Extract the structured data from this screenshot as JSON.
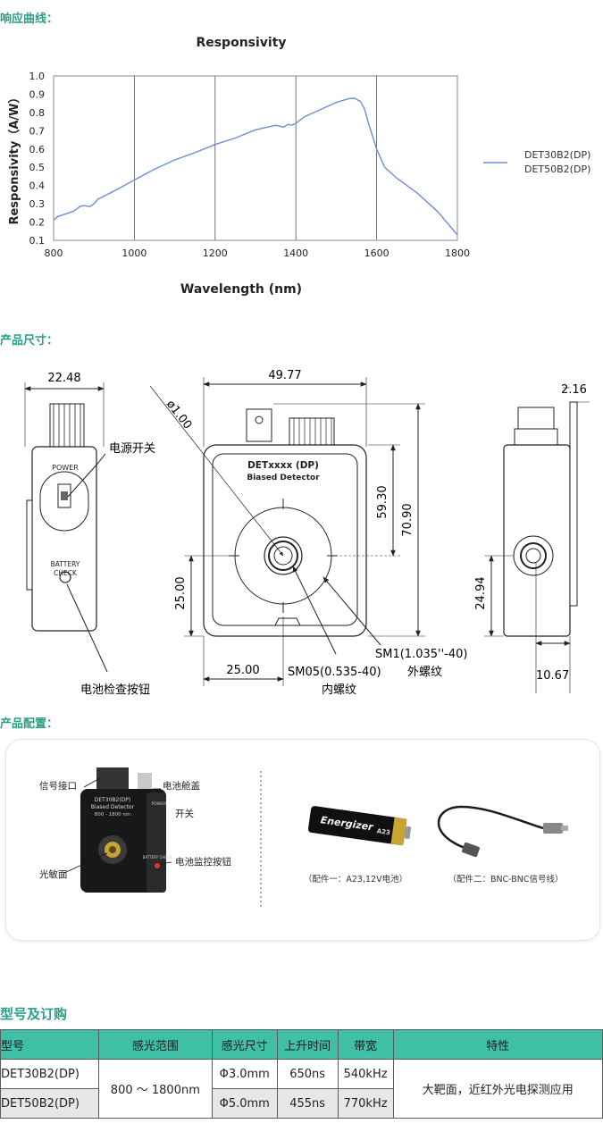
{
  "sections": {
    "response_curve": "响应曲线：",
    "dimensions": "产品尺寸：",
    "configuration": "产品配置：",
    "ordering": "型号及订购"
  },
  "chart_data": {
    "type": "line",
    "title": "Responsivity",
    "xlabel": "Wavelength (nm)",
    "ylabel": "Responsivity（A/W）",
    "xlim": [
      800,
      1800
    ],
    "ylim": [
      0.1,
      1.0
    ],
    "x_ticks": [
      "800",
      "1000",
      "1200",
      "1400",
      "1600",
      "1800"
    ],
    "y_ticks": [
      "0.1",
      "0.2",
      "0.3",
      "0.4",
      "0.5",
      "0.6",
      "0.7",
      "0.8",
      "0.9",
      "1.0"
    ],
    "grid": true,
    "legend_position": "right",
    "legend": [
      "DET30B2(DP)",
      "DET50B2(DP)"
    ],
    "series_color": "#6c8fd0",
    "series": [
      {
        "x": [
          800,
          810,
          830,
          850,
          865,
          875,
          890,
          900,
          910,
          950,
          1000,
          1050,
          1100,
          1150,
          1200,
          1250,
          1300,
          1330,
          1350,
          1370,
          1380,
          1390,
          1400,
          1420,
          1450,
          1500,
          1530,
          1545,
          1560,
          1570,
          1580,
          1600,
          1620,
          1650,
          1700,
          1750,
          1800
        ],
        "y": [
          0.21,
          0.23,
          0.245,
          0.26,
          0.285,
          0.29,
          0.285,
          0.3,
          0.325,
          0.37,
          0.43,
          0.49,
          0.54,
          0.58,
          0.625,
          0.66,
          0.705,
          0.72,
          0.73,
          0.72,
          0.735,
          0.73,
          0.74,
          0.775,
          0.805,
          0.855,
          0.875,
          0.878,
          0.86,
          0.82,
          0.74,
          0.6,
          0.5,
          0.44,
          0.36,
          0.26,
          0.13
        ]
      }
    ]
  },
  "dimensions": {
    "w_left": "22.48",
    "w_front": "49.77",
    "side_top": "2.16",
    "diameter": "ø1.00",
    "h_top": "59.30",
    "h_total": "70.90",
    "h_center": "25.00",
    "w_center": "25.00",
    "side_h": "24.94",
    "side_w": "10.67",
    "label_power_switch": "电源开关",
    "label_battery_btn": "电池检查按钮",
    "label_sm05": "SM05(0.535-40)",
    "label_sm05_cn": "内螺纹",
    "label_sm1": "SM1(1.035''-40)",
    "label_sm1_cn": "外螺纹",
    "device_power": "POWER",
    "device_battery": "BATTERY",
    "device_check": "CHECK",
    "device_model": "DETxxxx (DP)",
    "device_name": "Biased Detector"
  },
  "config": {
    "label_signal": "信号接口",
    "label_battery_cover": "电池舱盖",
    "label_switch": "开关",
    "label_battery_monitor": "电池监控按钮",
    "label_sensor": "光敏面",
    "device_model": "DET30B2(DP)",
    "device_name": "Biased Detector",
    "device_range": "800 - 1800 nm",
    "device_power": "POWER",
    "device_battery": "BATTERY CHECK",
    "acc1_caption": "（配件一：A23,12V电池）",
    "acc2_caption": "（配件二：BNC-BNC信号线）",
    "battery_brand": "Energizer",
    "battery_type": "A23"
  },
  "table": {
    "headers": [
      "型号",
      "感光范围",
      "感光尺寸",
      "上升时间",
      "带宽",
      "特性"
    ],
    "rows": [
      {
        "model": "DET30B2(DP)",
        "size": "Φ3.0mm",
        "rise": "650ns",
        "bw": "540kHz"
      },
      {
        "model": "DET50B2(DP)",
        "size": "Φ5.0mm",
        "rise": "455ns",
        "bw": "770kHz"
      }
    ],
    "range": "800 ～ 1800nm",
    "feature": "大靶面，近红外光电探测应用"
  }
}
